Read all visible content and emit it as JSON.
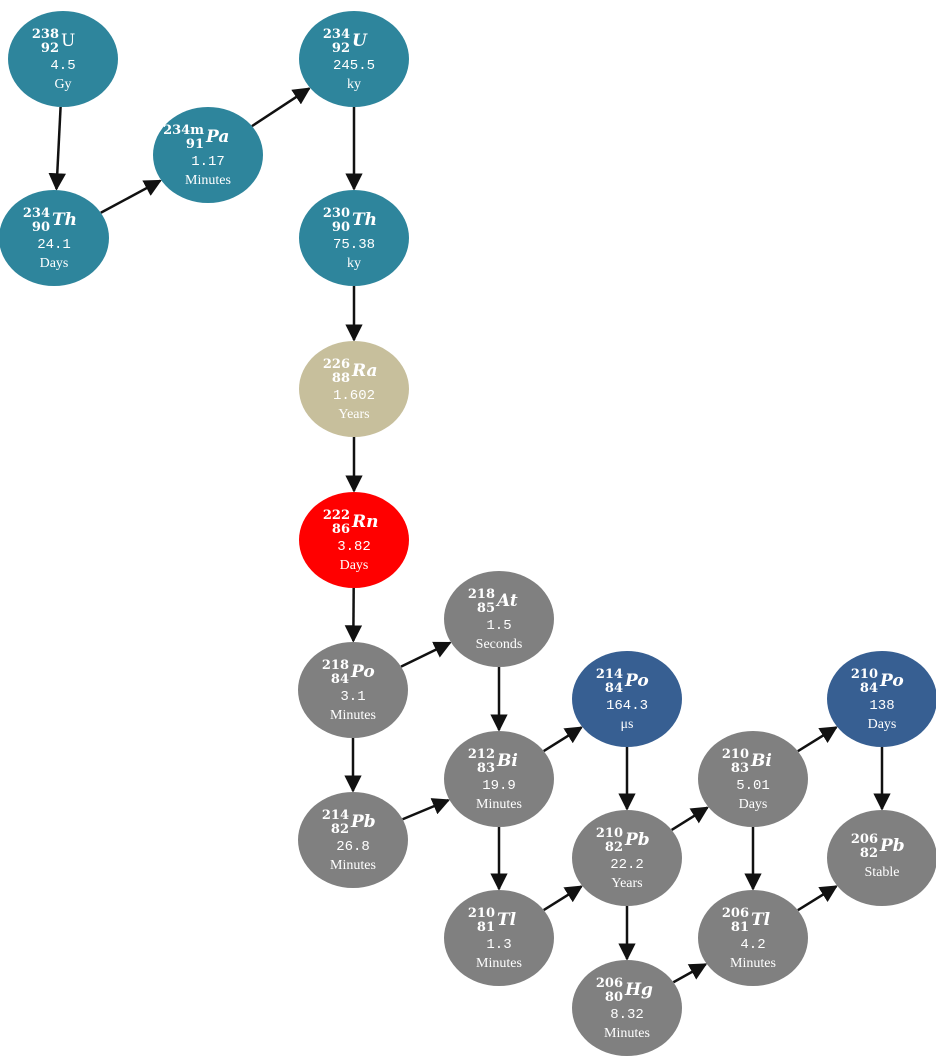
{
  "colors": {
    "teal": "#2e859c",
    "tan": "#c7bf9c",
    "red": "#ff0000",
    "gray": "#808080",
    "blue": "#375f92",
    "arrow": "#111111",
    "text": "#ffffff"
  },
  "nodes": [
    {
      "id": "u238",
      "mass": "238",
      "z": "92",
      "symbol": "U",
      "italic": false,
      "value": "4.5",
      "unit": "Gy",
      "color": "teal"
    },
    {
      "id": "th234",
      "mass": "234",
      "z": "90",
      "symbol": "Th",
      "italic": true,
      "value": "24.1",
      "unit": "Days",
      "color": "teal"
    },
    {
      "id": "pa234",
      "mass": "234m",
      "z": "91",
      "symbol": "Pa",
      "italic": true,
      "value": "1.17",
      "unit": "Minutes",
      "color": "teal"
    },
    {
      "id": "u234",
      "mass": "234",
      "z": "92",
      "symbol": "U",
      "italic": true,
      "value": "245.5",
      "unit": "ky",
      "color": "teal"
    },
    {
      "id": "th230",
      "mass": "230",
      "z": "90",
      "symbol": "Th",
      "italic": true,
      "value": "75.38",
      "unit": "ky",
      "color": "teal"
    },
    {
      "id": "ra226",
      "mass": "226",
      "z": "88",
      "symbol": "Ra",
      "italic": true,
      "value": "1.602",
      "unit": "Years",
      "color": "tan"
    },
    {
      "id": "rn222",
      "mass": "222",
      "z": "86",
      "symbol": "Rn",
      "italic": true,
      "value": "3.82",
      "unit": "Days",
      "color": "red"
    },
    {
      "id": "po218",
      "mass": "218",
      "z": "84",
      "symbol": "Po",
      "italic": true,
      "value": "3.1",
      "unit": "Minutes",
      "color": "gray"
    },
    {
      "id": "at218",
      "mass": "218",
      "z": "85",
      "symbol": "At",
      "italic": true,
      "value": "1.5",
      "unit": "Seconds",
      "color": "gray"
    },
    {
      "id": "pb214",
      "mass": "214",
      "z": "82",
      "symbol": "Pb",
      "italic": true,
      "value": "26.8",
      "unit": "Minutes",
      "color": "gray"
    },
    {
      "id": "bi212",
      "mass": "212",
      "z": "83",
      "symbol": "Bi",
      "italic": true,
      "value": "19.9",
      "unit": "Minutes",
      "color": "gray"
    },
    {
      "id": "po214",
      "mass": "214",
      "z": "84",
      "symbol": "Po",
      "italic": true,
      "value": "164.3",
      "unit": "μs",
      "color": "blue"
    },
    {
      "id": "tl210",
      "mass": "210",
      "z": "81",
      "symbol": "Tl",
      "italic": true,
      "value": "1.3",
      "unit": "Minutes",
      "color": "gray"
    },
    {
      "id": "pb210",
      "mass": "210",
      "z": "82",
      "symbol": "Pb",
      "italic": true,
      "value": "22.2",
      "unit": "Years",
      "color": "gray"
    },
    {
      "id": "hg206",
      "mass": "206",
      "z": "80",
      "symbol": "Hg",
      "italic": true,
      "value": "8.32",
      "unit": "Minutes",
      "color": "gray"
    },
    {
      "id": "bi210",
      "mass": "210",
      "z": "83",
      "symbol": "Bi",
      "italic": true,
      "value": "5.01",
      "unit": "Days",
      "color": "gray"
    },
    {
      "id": "tl206",
      "mass": "206",
      "z": "81",
      "symbol": "Tl",
      "italic": true,
      "value": "4.2",
      "unit": "Minutes",
      "color": "gray"
    },
    {
      "id": "po210",
      "mass": "210",
      "z": "84",
      "symbol": "Po",
      "italic": true,
      "value": "138",
      "unit": "Days",
      "color": "blue"
    },
    {
      "id": "pb206",
      "mass": "206",
      "z": "82",
      "symbol": "Pb",
      "italic": true,
      "value": "",
      "unit": "Stable",
      "color": "gray"
    }
  ],
  "edges": [
    [
      "u238",
      "th234"
    ],
    [
      "th234",
      "pa234"
    ],
    [
      "pa234",
      "u234"
    ],
    [
      "u234",
      "th230"
    ],
    [
      "th230",
      "ra226"
    ],
    [
      "ra226",
      "rn222"
    ],
    [
      "rn222",
      "po218"
    ],
    [
      "po218",
      "at218"
    ],
    [
      "po218",
      "pb214"
    ],
    [
      "at218",
      "bi212"
    ],
    [
      "pb214",
      "bi212"
    ],
    [
      "bi212",
      "po214"
    ],
    [
      "bi212",
      "tl210"
    ],
    [
      "po214",
      "pb210"
    ],
    [
      "tl210",
      "pb210"
    ],
    [
      "pb210",
      "bi210"
    ],
    [
      "pb210",
      "hg206"
    ],
    [
      "hg206",
      "tl206"
    ],
    [
      "bi210",
      "po210"
    ],
    [
      "bi210",
      "tl206"
    ],
    [
      "po210",
      "pb206"
    ],
    [
      "tl206",
      "pb206"
    ]
  ]
}
